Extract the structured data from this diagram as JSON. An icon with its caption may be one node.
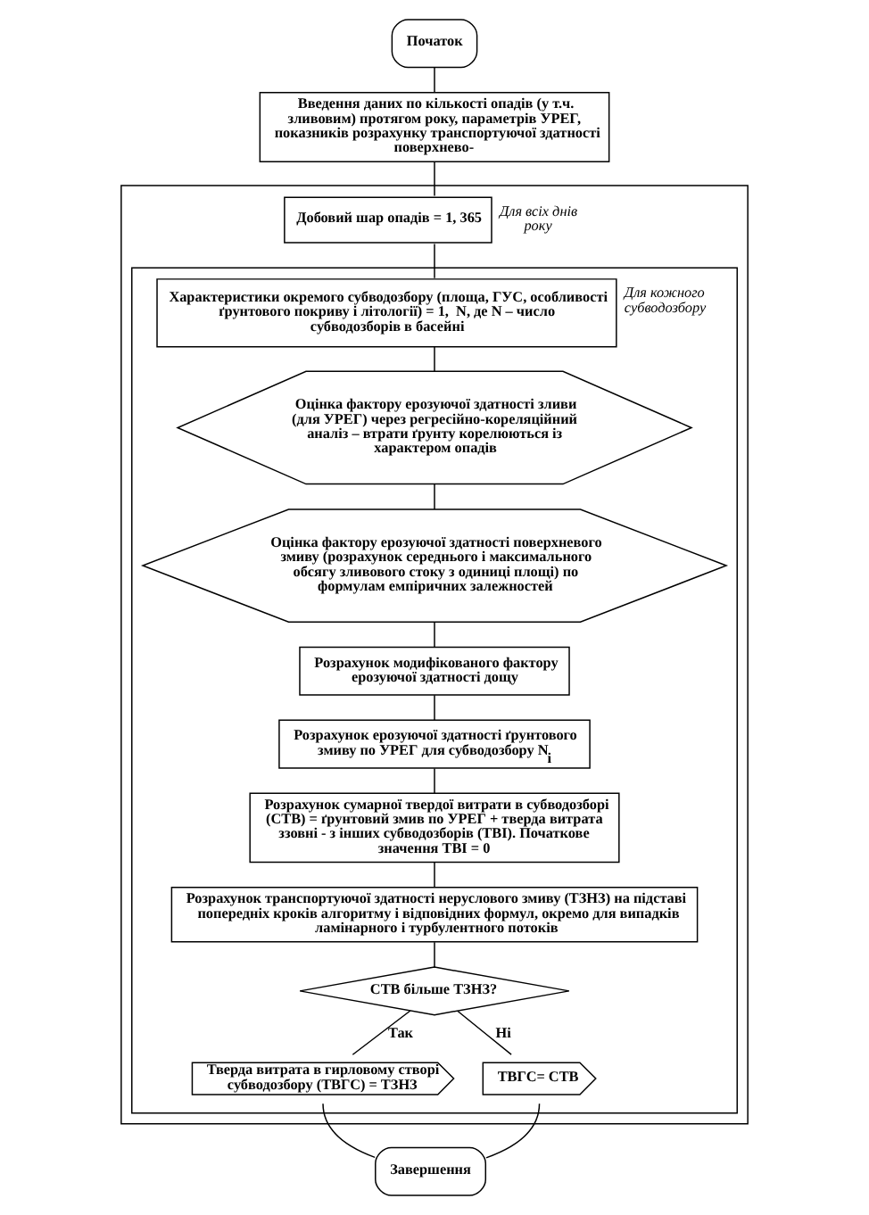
{
  "diagram": {
    "nodes": [
      {
        "text": [
          "Початок"
        ]
      },
      {
        "text": [
          "Введення даних по кількості опадів (у т.ч. зливовим) протягом року, параметрів УРЕГ, показників розрахунку транспортуючої здатності поверхнево-"
        ]
      },
      {
        "text": [],
        "shape": "box"
      },
      {
        "text": [
          "Добовий шар опадів = 1, 365"
        ],
        "beside": [
          "Для всіх днів року"
        ],
        "in": 2
      },
      {
        "text": [],
        "shape": "box",
        "in": 2
      },
      {
        "text": [
          "Характеристики окремого субводозбору (площа, ГУС, особливості ґрунтового покриву і літології) = 1,  N, де N – число субводозборів в басейні"
        ],
        "beside": [
          "Для кожного субводозбору"
        ],
        "in": 4
      },
      {
        "text": [
          "Оцінка фактору ерозуючої здатності зливи (для УРЕГ) через регресійно-кореляційний аналіз – втрати ґрунту корелюються із характером опадів"
        ],
        "in": 4
      },
      {
        "text": [
          "Оцінка фактору ерозуючої здатності поверхневого змиву (розрахунок середнього і максимального обсягу зливового стоку з одиниці площі) по формулам емпіричних залежностей"
        ],
        "in": 4
      },
      {
        "text": [
          "Розрахунок модифікованого фактору ерозуючої здатності дощу"
        ],
        "in": 4
      },
      {
        "text": [
          "Розрахунок ерозуючої здатності ґрунтового змиву по УРЕГ для субводозбору N$_{i}$"
        ],
        "in": 4
      },
      {
        "text": [
          "Розрахунок сумарної твердої витрати в субводозборі (СТВ) = ґрунтовий змив по УРЕГ + тверда витрата ззовні - з інших субводозборів (ТВІ). Початкове значення ТВІ = 0"
        ],
        "in": 4
      },
      {
        "text": [
          "Розрахунок транспортуючої здатності неруслового змиву (ТЗНЗ) на підставі попередніх кроків алгоритму і відповідних формул, окремо для випадків ламінарного і турбулентного потоків"
        ],
        "in": 4
      },
      {
        "text": [
          "СТВ більше ТЗНЗ?"
        ],
        "in": 4
      },
      {
        "text": [
          "Тверда витрата в гирловому створі субводозбору (ТВГС) = ТЗНЗ"
        ],
        "in": 4
      },
      {
        "text": [
          "ТВГС= СТВ"
        ],
        "in": 4
      },
      {
        "text": [
          "Завершення"
        ]
      }
    ],
    "edges": [
      {
        "from": 0,
        "to": 1,
        "arrow": "none"
      },
      {
        "from": 1,
        "to": 3,
        "arrow": "none"
      },
      {
        "from": 3,
        "to": 5,
        "arrow": "none"
      },
      {
        "from": 5,
        "to": 6,
        "arrow": "none"
      },
      {
        "from": 6,
        "to": 7,
        "arrow": "none"
      },
      {
        "from": 7,
        "to": 8,
        "arrow": "none"
      },
      {
        "from": 8,
        "to": 9,
        "arrow": "none"
      },
      {
        "from": 9,
        "to": 10,
        "arrow": "none"
      },
      {
        "from": 10,
        "to": 11,
        "arrow": "none"
      },
      {
        "from": 11,
        "to": 12,
        "arrow": "none"
      },
      {
        "from": 12,
        "to": 13,
        "label": "Так",
        "arrow": "none"
      },
      {
        "from": 12,
        "to": 14,
        "label": "Ні",
        "arrow": "none"
      },
      {
        "from": 13,
        "to": 15,
        "arrow": "none"
      },
      {
        "from": 14,
        "to": 15,
        "arrow": "none"
      }
    ]
  }
}
